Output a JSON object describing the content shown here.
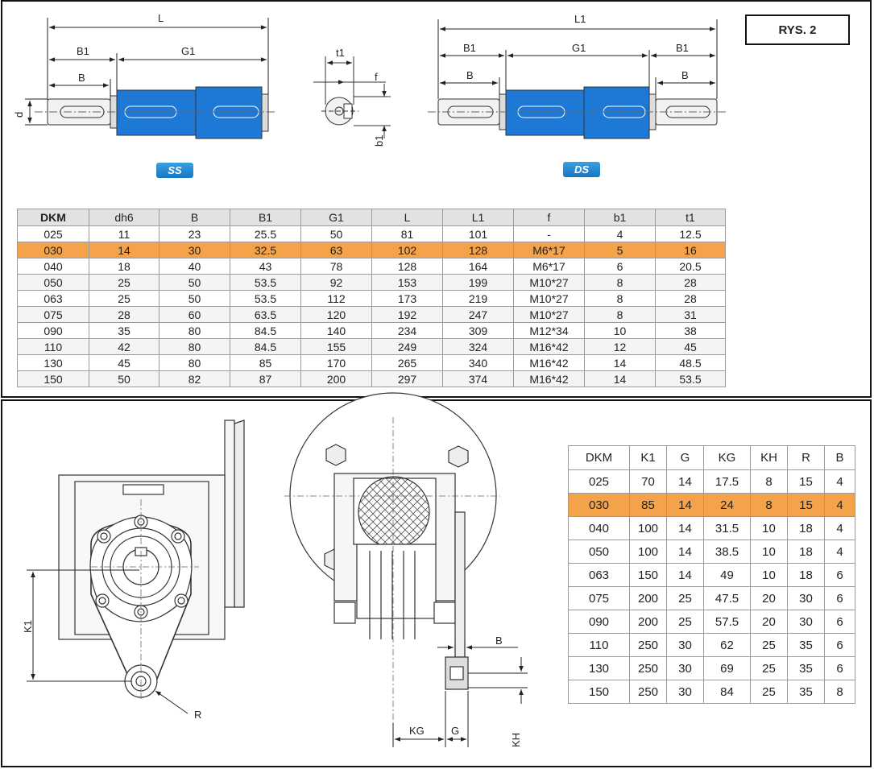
{
  "label": "RYS. 2",
  "badges": {
    "ss": "SS",
    "ds": "DS"
  },
  "dims_top": {
    "L": "L",
    "B1": "B1",
    "G1": "G1",
    "B": "B",
    "d": "d",
    "t1": "t1",
    "f": "f",
    "b1": "b1",
    "L1": "L1"
  },
  "dims_bottom": {
    "K1": "K1",
    "R": "R",
    "B": "B",
    "KG": "KG",
    "G": "G",
    "KH": "KH"
  },
  "shaft_table": {
    "headers": [
      "DKM",
      "dh6",
      "B",
      "B1",
      "G1",
      "L",
      "L1",
      "f",
      "b1",
      "t1"
    ],
    "highlight_row": 1,
    "rows": [
      [
        "025",
        "11",
        "23",
        "25.5",
        "50",
        "81",
        "101",
        "-",
        "4",
        "12.5"
      ],
      [
        "030",
        "14",
        "30",
        "32.5",
        "63",
        "102",
        "128",
        "M6*17",
        "5",
        "16"
      ],
      [
        "040",
        "18",
        "40",
        "43",
        "78",
        "128",
        "164",
        "M6*17",
        "6",
        "20.5"
      ],
      [
        "050",
        "25",
        "50",
        "53.5",
        "92",
        "153",
        "199",
        "M10*27",
        "8",
        "28"
      ],
      [
        "063",
        "25",
        "50",
        "53.5",
        "112",
        "173",
        "219",
        "M10*27",
        "8",
        "28"
      ],
      [
        "075",
        "28",
        "60",
        "63.5",
        "120",
        "192",
        "247",
        "M10*27",
        "8",
        "31"
      ],
      [
        "090",
        "35",
        "80",
        "84.5",
        "140",
        "234",
        "309",
        "M12*34",
        "10",
        "38"
      ],
      [
        "110",
        "42",
        "80",
        "84.5",
        "155",
        "249",
        "324",
        "M16*42",
        "12",
        "45"
      ],
      [
        "130",
        "45",
        "80",
        "85",
        "170",
        "265",
        "340",
        "M16*42",
        "14",
        "48.5"
      ],
      [
        "150",
        "50",
        "82",
        "87",
        "200",
        "297",
        "374",
        "M16*42",
        "14",
        "53.5"
      ]
    ]
  },
  "arm_table": {
    "headers": [
      "DKM",
      "K1",
      "G",
      "KG",
      "KH",
      "R",
      "B"
    ],
    "highlight_row": 1,
    "rows": [
      [
        "025",
        "70",
        "14",
        "17.5",
        "8",
        "15",
        "4"
      ],
      [
        "030",
        "85",
        "14",
        "24",
        "8",
        "15",
        "4"
      ],
      [
        "040",
        "100",
        "14",
        "31.5",
        "10",
        "18",
        "4"
      ],
      [
        "050",
        "100",
        "14",
        "38.5",
        "10",
        "18",
        "4"
      ],
      [
        "063",
        "150",
        "14",
        "49",
        "10",
        "18",
        "6"
      ],
      [
        "075",
        "200",
        "25",
        "47.5",
        "20",
        "30",
        "6"
      ],
      [
        "090",
        "200",
        "25",
        "57.5",
        "20",
        "30",
        "6"
      ],
      [
        "110",
        "250",
        "30",
        "62",
        "25",
        "35",
        "6"
      ],
      [
        "130",
        "250",
        "30",
        "69",
        "25",
        "35",
        "6"
      ],
      [
        "150",
        "250",
        "30",
        "84",
        "25",
        "35",
        "8"
      ]
    ]
  },
  "colors": {
    "shaft_blue": "#1e78d6",
    "highlight": "#f5a34a",
    "header_gray": "#e2e2e2"
  }
}
